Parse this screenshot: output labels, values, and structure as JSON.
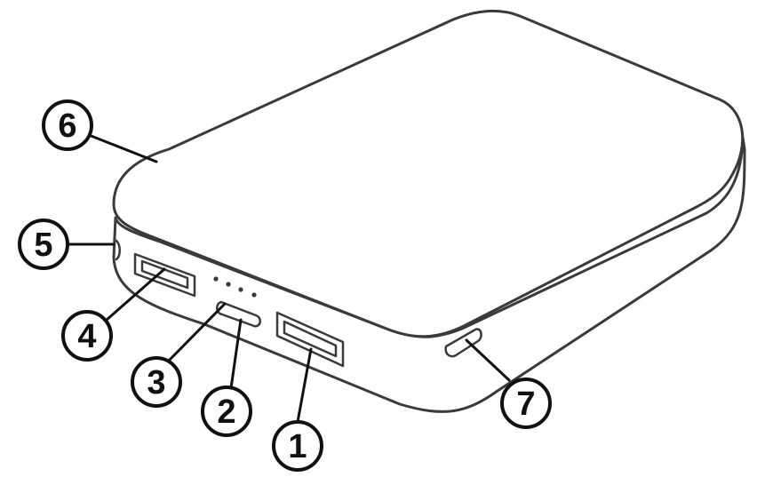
{
  "callouts": [
    {
      "id": "1",
      "label": "1"
    },
    {
      "id": "2",
      "label": "2"
    },
    {
      "id": "3",
      "label": "3"
    },
    {
      "id": "4",
      "label": "4"
    },
    {
      "id": "5",
      "label": "5"
    },
    {
      "id": "6",
      "label": "6"
    },
    {
      "id": "7",
      "label": "7"
    }
  ],
  "device": {
    "led_count": 4
  },
  "colors": {
    "line": "#3a3a3a",
    "callout": "#111111",
    "background": "#ffffff"
  }
}
